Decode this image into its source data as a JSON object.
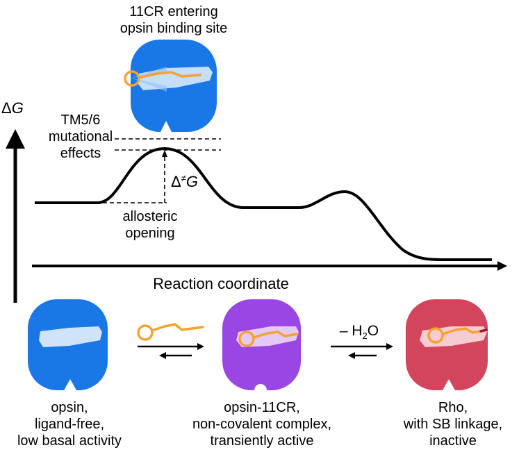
{
  "top_protein": {
    "label_lines": [
      "11CR entering",
      "opsin binding site"
    ]
  },
  "energy_axis": {
    "y_label_prefix": "Δ",
    "y_label_var": "G",
    "x_label": "Reaction coordinate"
  },
  "annotations": {
    "mutational_lines": [
      "TM5/6",
      "mutational",
      "effects"
    ],
    "barrier_prefix": "Δ",
    "barrier_super": "≠",
    "barrier_var": "G",
    "allosteric_lines": [
      "allosteric",
      "opening"
    ]
  },
  "reaction": {
    "water_prefix": "– H",
    "water_sub": "2",
    "water_suffix": "O"
  },
  "states": [
    {
      "id": "opsin",
      "color": "#1a78e6",
      "label_lines": [
        "opsin,",
        "ligand-free,",
        "low basal activity"
      ]
    },
    {
      "id": "opsin-11cr",
      "color": "#9a46e4",
      "label_lines": [
        "opsin-11CR,",
        "non-covalent complex,",
        "transiently active"
      ]
    },
    {
      "id": "rho",
      "color": "#d3455c",
      "label_lines": [
        "Rho,",
        "with SB linkage,",
        "inactive"
      ]
    }
  ],
  "colors": {
    "opsin_blue": "#1a78e6",
    "complex_purple": "#9a46e4",
    "rho_red": "#d3455c",
    "retinal_orange": "#f5a230"
  }
}
